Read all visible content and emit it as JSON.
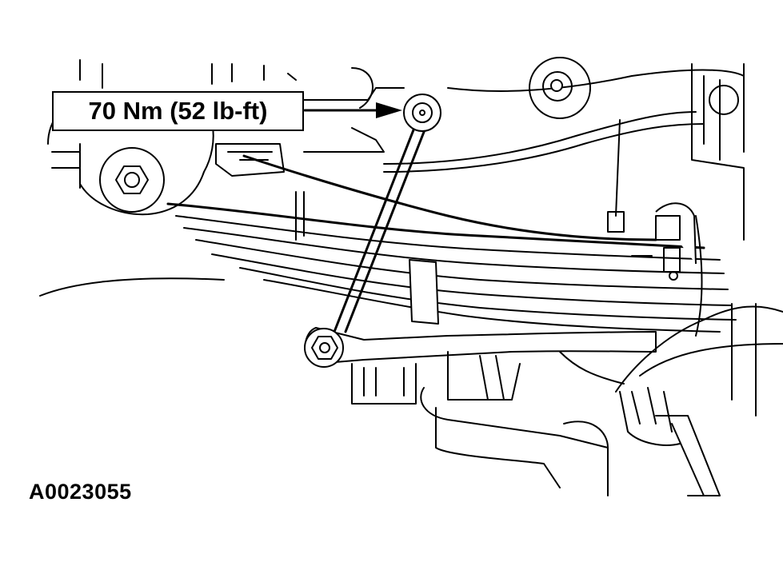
{
  "figure": {
    "id": "A0023055",
    "callout": {
      "torque_label": "70 Nm (52 lb-ft)",
      "target": "stabilizer-link-upper-nut"
    },
    "line_color": "#000000",
    "background_color": "#ffffff"
  }
}
